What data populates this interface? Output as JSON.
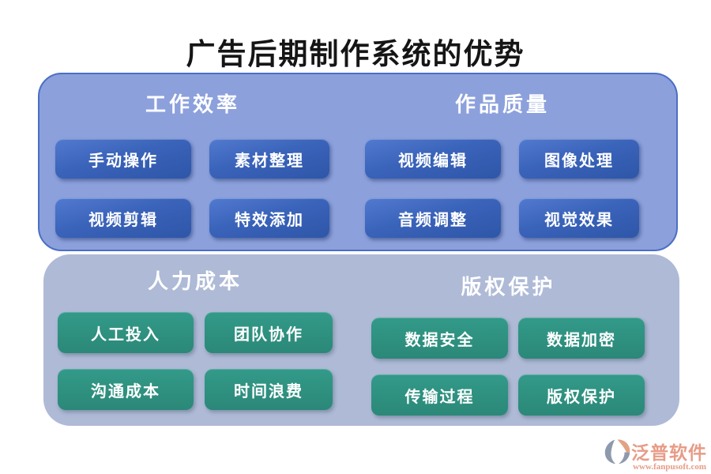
{
  "title": "广告后期制作系统的优势",
  "top_panel": {
    "panel_color": "#8ca0dc",
    "panel_border_color": "#4a6fc4",
    "button_color_top": "#517acf",
    "button_color_bottom": "#2e56a8",
    "sections": [
      {
        "header": "工作效率",
        "buttons": [
          "手动操作",
          "素材整理",
          "视频剪辑",
          "特效添加"
        ]
      },
      {
        "header": "作品质量",
        "buttons": [
          "视频编辑",
          "图像处理",
          "音频调整",
          "视觉效果"
        ]
      }
    ]
  },
  "bottom_panel": {
    "panel_color": "#aebad6",
    "button_color": "#2e9080",
    "sections": [
      {
        "header": "人力成本",
        "buttons": [
          "人工投入",
          "团队协作",
          "沟通成本",
          "时间浪费"
        ]
      },
      {
        "header": "版权保护",
        "buttons": [
          "数据安全",
          "数据加密",
          "传输过程",
          "版权保护"
        ]
      }
    ]
  },
  "footer": {
    "brand_name": "泛普软件",
    "website": "www.fanpusoft.com",
    "brand_color": "#e79c87",
    "logo_gray": "#8f99ad",
    "logo_orange": "#e2a383"
  }
}
